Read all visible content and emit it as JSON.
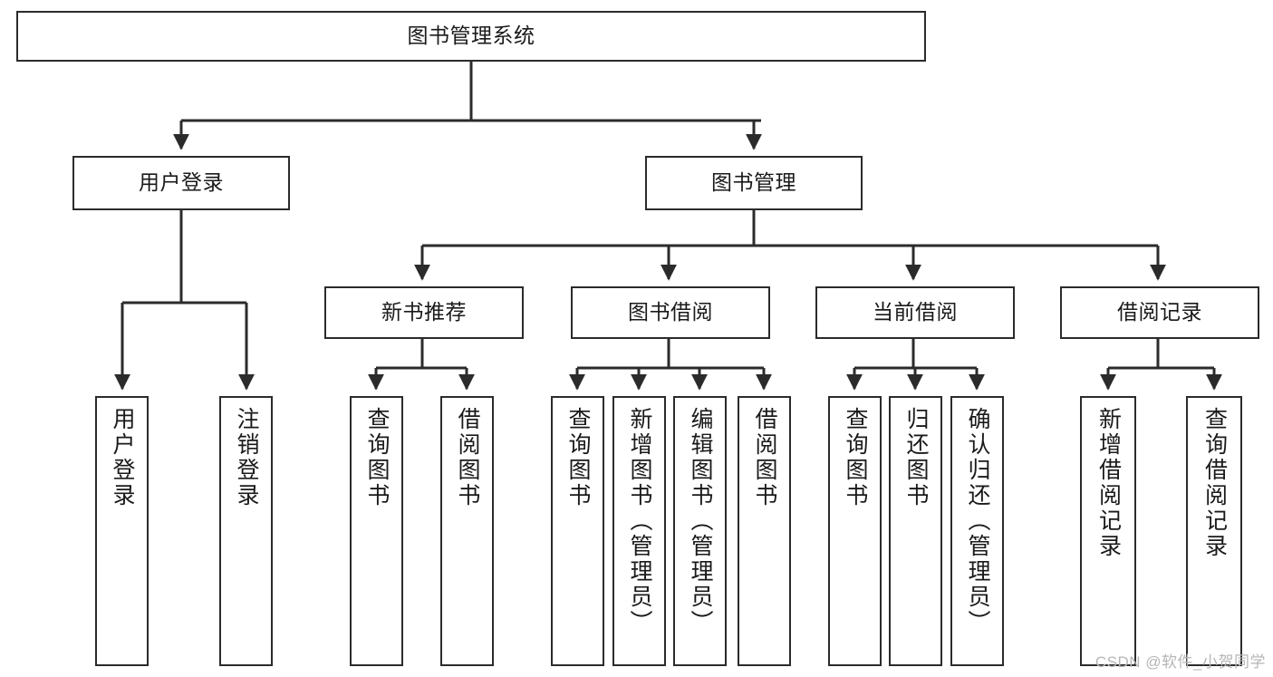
{
  "diagram": {
    "title": "图书管理系统",
    "type": "tree-hierarchy-diagram",
    "watermark": "CSDN @软件_小贺同学",
    "stroke_color": "#2b2b2b",
    "fill_color": "#ffffff",
    "text_color": "#1a1a1a"
  },
  "nodes": {
    "root": {
      "label": "图书管理系统"
    },
    "branch_user_login": {
      "label": "用户登录"
    },
    "branch_book_mgmt": {
      "label": "图书管理"
    },
    "mid_new_book": {
      "label": "新书推荐"
    },
    "mid_borrow": {
      "label": "图书借阅"
    },
    "mid_current": {
      "label": "当前借阅"
    },
    "mid_record": {
      "label": "借阅记录"
    },
    "leaf_user_login": {
      "label": "用户登录"
    },
    "leaf_user_logout": {
      "label": "注销登录"
    },
    "leaf_new_query": {
      "label": "查询图书"
    },
    "leaf_new_borrow": {
      "label": "借阅图书"
    },
    "leaf_borrow_query": {
      "label": "查询图书"
    },
    "leaf_borrow_add": {
      "label": "新增图书（管理员）"
    },
    "leaf_borrow_edit": {
      "label": "编辑图书（管理员）"
    },
    "leaf_borrow_lend": {
      "label": "借阅图书"
    },
    "leaf_cur_query": {
      "label": "查询图书"
    },
    "leaf_cur_return": {
      "label": "归还图书"
    },
    "leaf_cur_confirm": {
      "label": "确认归还（管理员）"
    },
    "leaf_rec_add": {
      "label": "新增借阅记录"
    },
    "leaf_rec_query": {
      "label": "查询借阅记录"
    }
  }
}
